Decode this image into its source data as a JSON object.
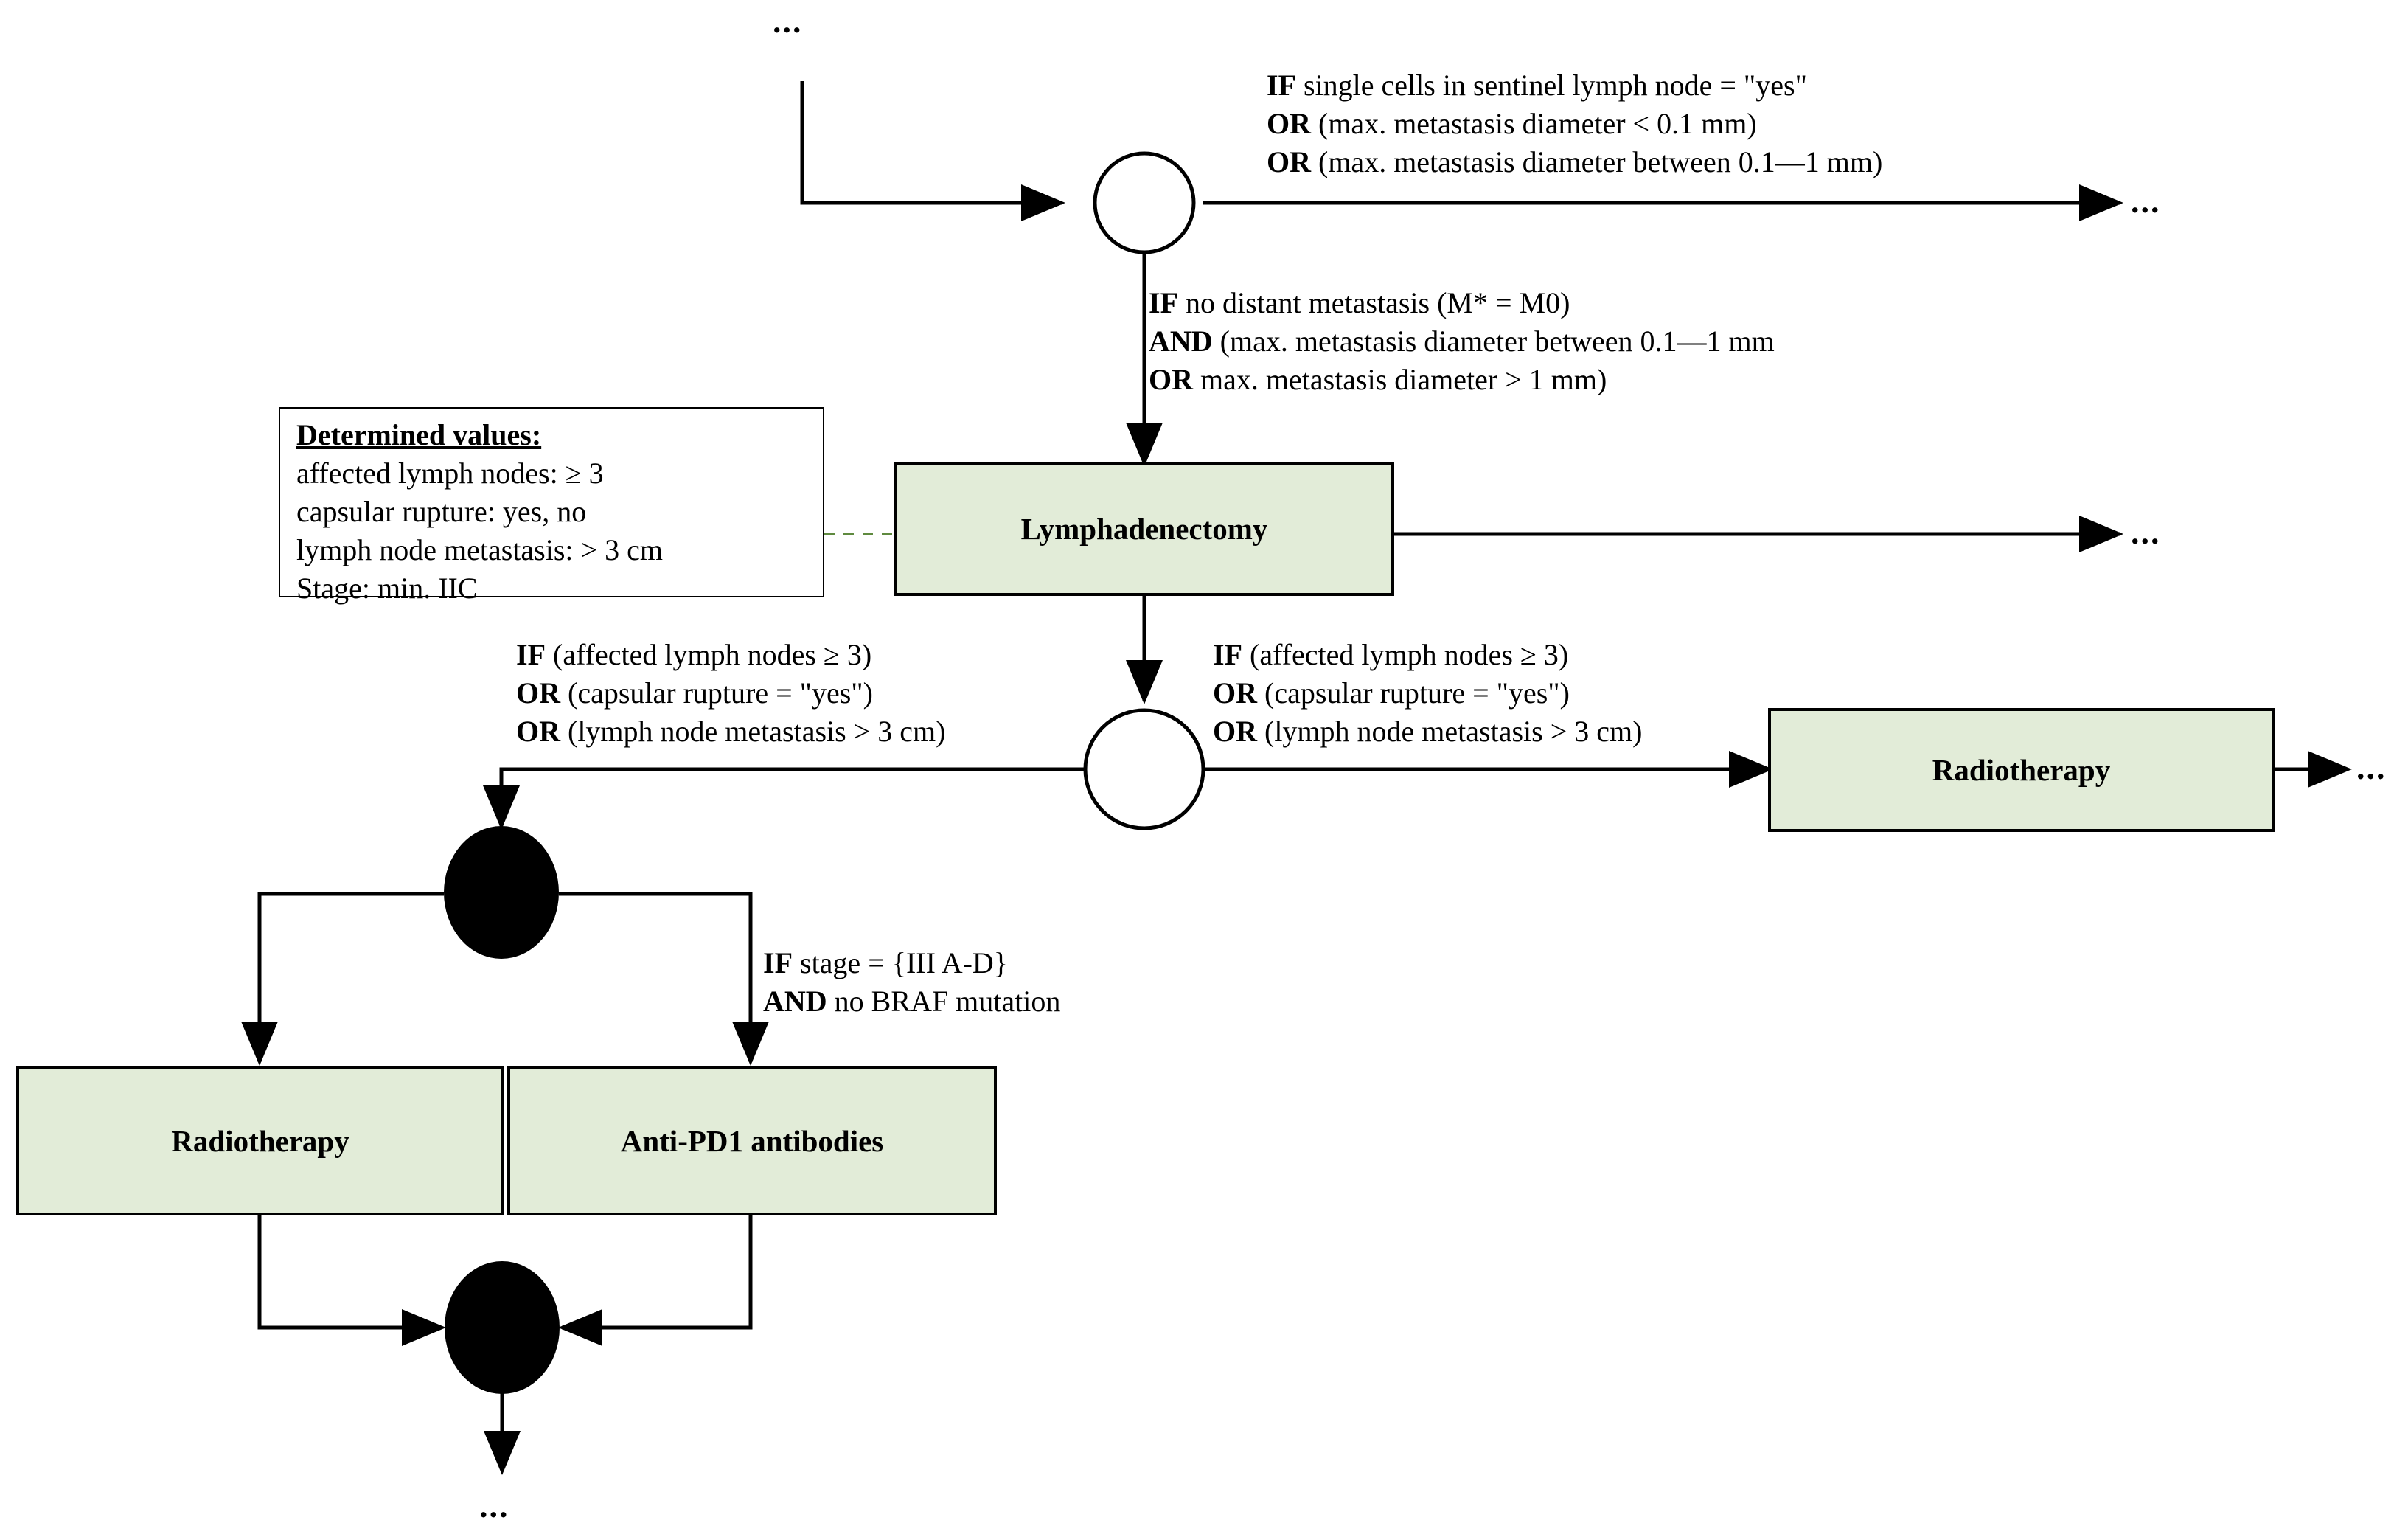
{
  "diagram": {
    "title": "Melanoma lymph node treatment pathway (excerpt)",
    "colors": {
      "node_fill": "#e2ecd8",
      "node_stroke": "#000000",
      "edge": "#000000",
      "note_connector": "#5f8a3f",
      "background": "#ffffff"
    },
    "ellipsis": {
      "top_left": "...",
      "right_top": "...",
      "right_lymphadenectomy": "...",
      "right_radiotherapy": "...",
      "bottom": "..."
    },
    "nodes": {
      "decision_1": {
        "label": "",
        "shape": "circle-empty"
      },
      "decision_2": {
        "label": "",
        "shape": "circle-empty"
      },
      "fork": {
        "label": "",
        "shape": "circle-filled"
      },
      "join": {
        "label": "",
        "shape": "circle-filled"
      },
      "lymphadenectomy": {
        "label": "Lymphadenectomy"
      },
      "radiotherapy_right": {
        "label": "Radiotherapy"
      },
      "radiotherapy_bottom": {
        "label": "Radiotherapy"
      },
      "anti_pd1": {
        "label": "Anti-PD1 antibodies"
      }
    },
    "note": {
      "title": "Determined values:",
      "lines": [
        "affected lymph nodes: ≥ 3",
        "capsular rupture: yes, no",
        "lymph node metastasis: > 3 cm",
        "Stage: min. IIC"
      ]
    },
    "edge_labels": {
      "sentinel_condition": [
        {
          "kw": "IF",
          "text": " single cells in sentinel lymph node = \"yes\""
        },
        {
          "kw": "OR",
          "text": " (max. metastasis diameter < 0.1 mm)"
        },
        {
          "kw": "OR",
          "text": " (max. metastasis diameter between 0.1—1 mm)"
        }
      ],
      "metastasis_condition": [
        {
          "kw": "IF",
          "text": " no distant metastasis (M* = M0)"
        },
        {
          "kw": "AND",
          "text": " (max. metastasis diameter between 0.1—1 mm"
        },
        {
          "kw": "OR",
          "text": " max. metastasis diameter > 1 mm)"
        }
      ],
      "lymph_condition_left": [
        {
          "kw": "IF",
          "text": " (affected lymph nodes ≥ 3)"
        },
        {
          "kw": "OR",
          "text": " (capsular rupture = \"yes\")"
        },
        {
          "kw": "OR",
          "text": " (lymph node metastasis > 3 cm)"
        }
      ],
      "lymph_condition_right": [
        {
          "kw": "IF",
          "text": " (affected lymph nodes ≥ 3)"
        },
        {
          "kw": "OR",
          "text": " (capsular rupture = \"yes\")"
        },
        {
          "kw": "OR",
          "text": " (lymph node metastasis > 3 cm)"
        }
      ],
      "stage_condition": [
        {
          "kw": "IF",
          "text": " stage = {III A-D}"
        },
        {
          "kw": "AND",
          "text": " no BRAF mutation"
        }
      ]
    }
  }
}
